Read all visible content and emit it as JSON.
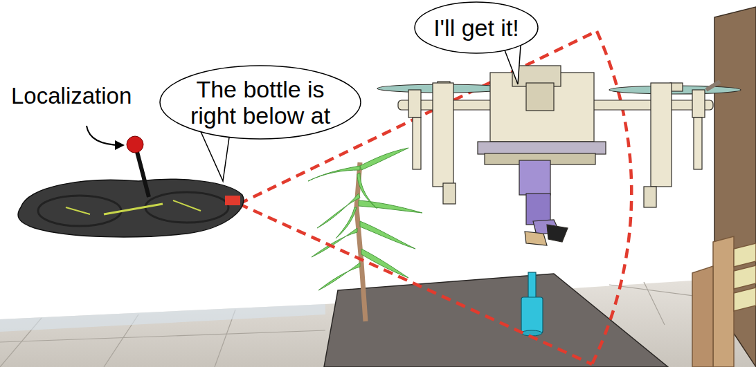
{
  "diagram": {
    "nodes": [
      {
        "text": [
          "I'll get it!"
        ]
      },
      {
        "text": [
          "The bottle is right below at"
        ]
      }
    ],
    "labels": [
      "Localization"
    ]
  }
}
